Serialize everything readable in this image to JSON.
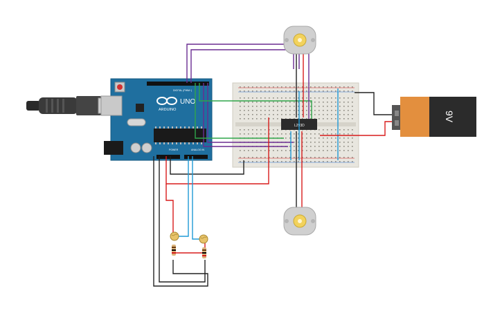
{
  "arduino": {
    "logo_text": "ARDUINO",
    "model": "UNO",
    "header_digital": "DIGITAL (PWM~)",
    "header_power": "POWER",
    "header_analog": "ANALOG IN"
  },
  "chip": {
    "label": "L293D"
  },
  "battery": {
    "label": "9V"
  },
  "colors": {
    "board": "#1f6f9f",
    "breadboard": "#e8e6df",
    "wire_red": "#d81b1b",
    "wire_black": "#222222",
    "wire_blue": "#1e9ad6",
    "wire_green": "#2fa64a",
    "wire_purple": "#6a2c91",
    "battery_orange": "#e38f3e",
    "battery_dark": "#2b2b2b"
  },
  "components": {
    "motors": [
      "motor-top",
      "motor-bottom"
    ],
    "ldrs": [
      "ldr-left",
      "ldr-right"
    ],
    "resistors": [
      "resistor-left",
      "resistor-right"
    ]
  }
}
